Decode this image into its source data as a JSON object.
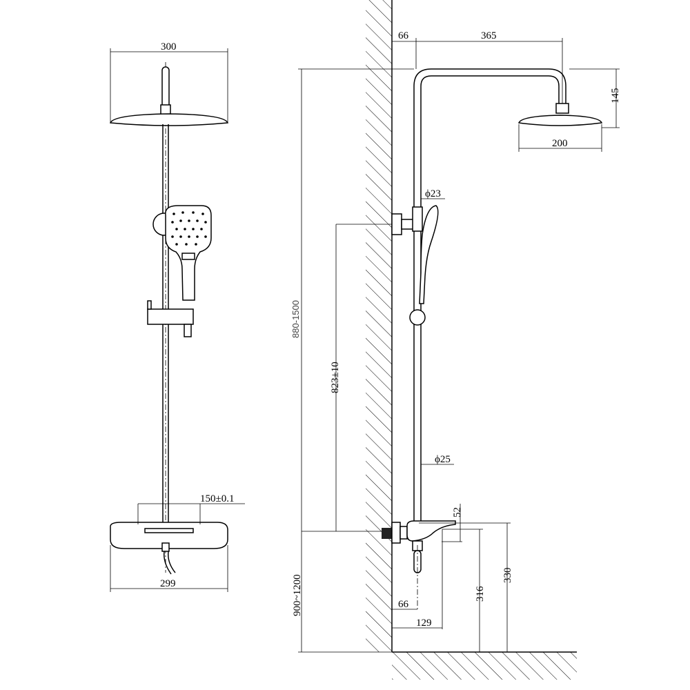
{
  "front_view": {
    "head_width": "300",
    "mixer_spacing": "150±0.1",
    "mixer_width": "299"
  },
  "side_view": {
    "wall_to_pole": "66",
    "arm_reach": "365",
    "head_drop": "145",
    "head_diameter": "200",
    "arm_diameter": "ϕ23",
    "pole_diameter": "ϕ25",
    "total_height": "880-1500",
    "bracket_height": "823±10",
    "install_height": "900~1200",
    "spout_height": "52",
    "mixer_height": "330",
    "spout_floor": "316",
    "inlet_offset": "66",
    "spout_reach": "129"
  }
}
